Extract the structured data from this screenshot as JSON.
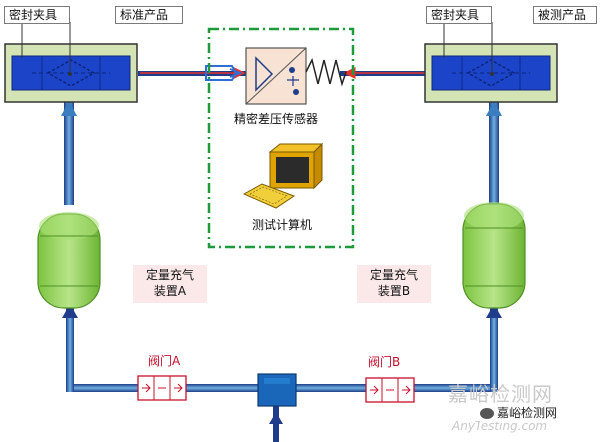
{
  "left_fixture": {
    "callout": "密封夹具",
    "product_label": "标准产品"
  },
  "right_fixture": {
    "callout": "密封夹具",
    "product_label": "被测产品"
  },
  "sensor": {
    "label": "精密差压传感器"
  },
  "computer": {
    "label": "测试计算机"
  },
  "charger_a": {
    "line1": "定量充气",
    "line2": "装置A"
  },
  "charger_b": {
    "line1": "定量充气",
    "line2": "装置B"
  },
  "valve_a": {
    "label": "阀门A"
  },
  "valve_b": {
    "label": "阀门B"
  },
  "watermark": {
    "text": "嘉峪检测网",
    "subtext": "AnyTesting.com",
    "badge_text": "嘉峪检测网"
  },
  "colors": {
    "fixture_fill": "#d5e4b4",
    "fixture_inner": "#1b44c8",
    "pipe": "#1f3d8a",
    "pipe_light": "#5fa3d3",
    "tank": "#93d35b",
    "dash_border": "#1f9a3a",
    "arrow_red": "#e8302a"
  }
}
